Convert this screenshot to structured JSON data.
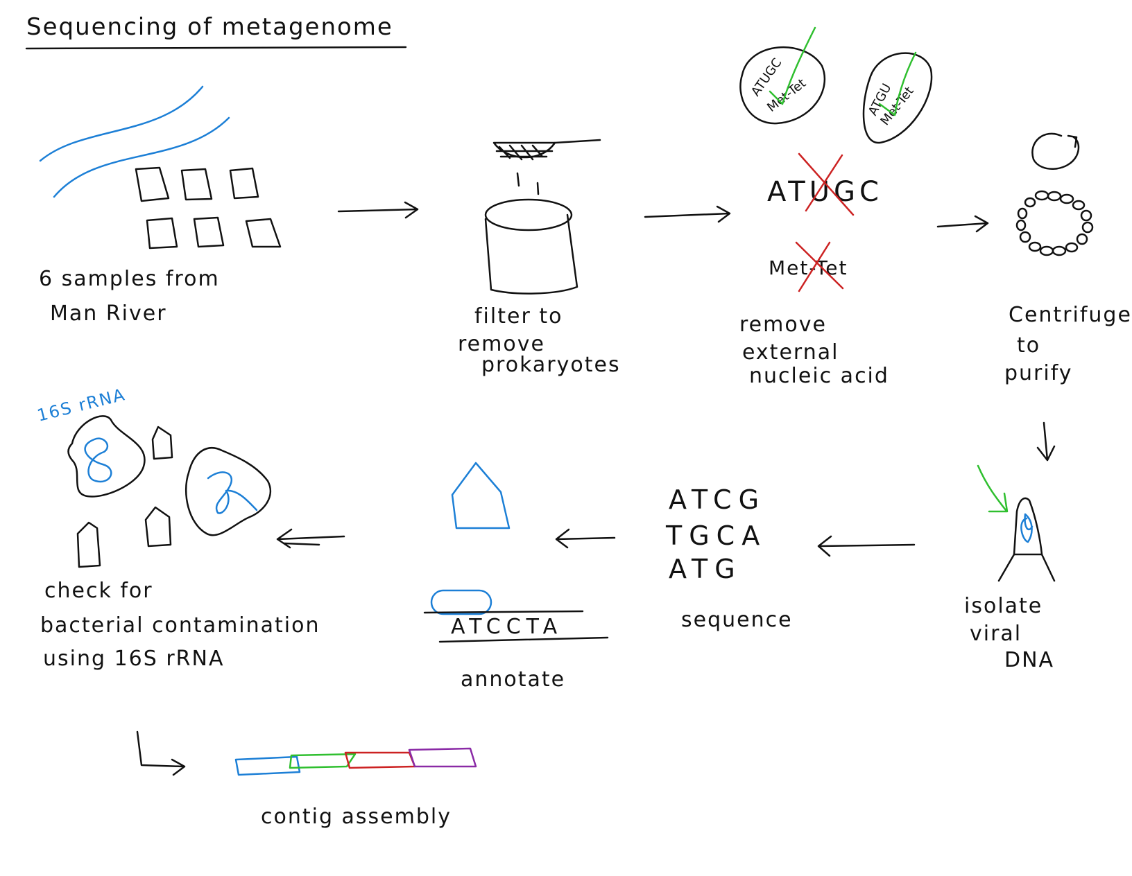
{
  "title": "Sequencing of metagenome",
  "colors": {
    "ink": "#111111",
    "blue": "#1c7fd6",
    "green": "#2fbf2f",
    "red": "#cc2222",
    "purple": "#8a2aa6"
  },
  "steps": {
    "samples": {
      "line1": "6 samples from",
      "line2": "Man River"
    },
    "filter": {
      "line1": "filter to",
      "line2": "remove",
      "line3": "prokaryotes"
    },
    "remove_external": {
      "line1": "remove",
      "line2": "external",
      "line3": "nucleic acid",
      "dna_seq": "ATUGC",
      "antibiotic": "Met-Tet",
      "cell1_seq": "ATUGC",
      "cell1_drug": "Met-Tet",
      "cell2_seq": "ATGU",
      "cell2_drug": "Met-Tet"
    },
    "centrifuge": {
      "line1": "Centrifuge",
      "line2": "to",
      "line3": "purify"
    },
    "isolate": {
      "line1": "isolate",
      "line2": "viral",
      "line3": "DNA"
    },
    "sequence": {
      "label": "sequence",
      "reads": [
        "ATCG",
        "TGCA",
        "ATG"
      ]
    },
    "annotate": {
      "label": "annotate",
      "strand": "ATCCTA"
    },
    "contamination": {
      "line1": "check for",
      "line2": "bacterial contamination",
      "line3": "using 16S rRNA",
      "marker": "16S rRNA"
    },
    "contig": {
      "label": "contig assembly"
    }
  }
}
